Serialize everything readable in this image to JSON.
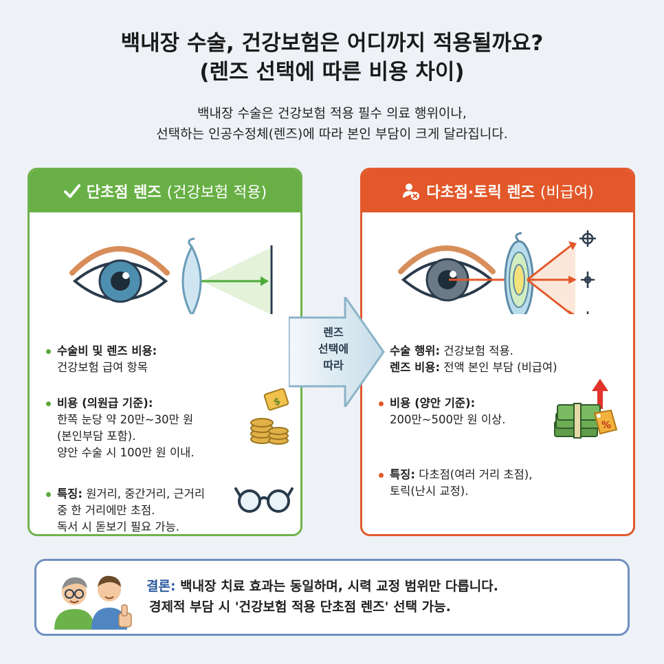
{
  "header": {
    "title_line1": "백내장 수술, 건강보험은 어디까지 적용될까요?",
    "title_line2": "(렌즈 선택에 따른 비용 차이)",
    "subtitle_line1": "백내장 수술은 건강보험 적용 필수 의료 행위이나,",
    "subtitle_line2": "선택하는 인공수정체(렌즈)에 따라 본인 부담이 크게 달라집니다."
  },
  "left_panel": {
    "title": "단초점 렌즈",
    "title_paren": "(건강보험 적용)",
    "icon": "check-icon",
    "accent": "#68b045",
    "items": [
      {
        "label": "수술비 및 렌즈 비용:",
        "lines": [
          "건강보험 급여 항목"
        ]
      },
      {
        "label": "비용 (의원급 기준):",
        "lines": [
          "한쪽 눈당 약 20만~30만 원",
          "(본인부담 포함).",
          "양안 수술 시 100만 원 이내."
        ]
      },
      {
        "label": "특징:",
        "first": " 원거리, 중간거리, 근거리",
        "lines": [
          "중 한 거리에만 초점.",
          "독서 시 돋보기 필요 가능."
        ]
      }
    ]
  },
  "right_panel": {
    "title": "다초점·토릭 렌즈",
    "title_paren": "(비급여)",
    "icon": "person-money-icon",
    "accent": "#e2582a",
    "items": [
      {
        "label": "수술 행위:",
        "first": " 건강보험 적용.",
        "label2": "렌즈 비용:",
        "second": " 전액 본인 부담 (비급여)"
      },
      {
        "label": "비용 (양안 기준):",
        "lines": [
          "200만~500만 원 이상."
        ]
      },
      {
        "label": "특징:",
        "first": " 다초점(여러 거리 초점),",
        "lines": [
          "토릭(난시 교정)."
        ]
      }
    ]
  },
  "arrow": {
    "line1": "렌즈",
    "line2": "선택에",
    "line3": "따라"
  },
  "conclusion": {
    "label": "결론:",
    "line1": " 백내장 치료 효과는 동일하며, 시력 교정 범위만 다릅니다.",
    "line2": "경제적 부담 시 '건강보험 적용 단초점 렌즈' 선택 가능."
  }
}
